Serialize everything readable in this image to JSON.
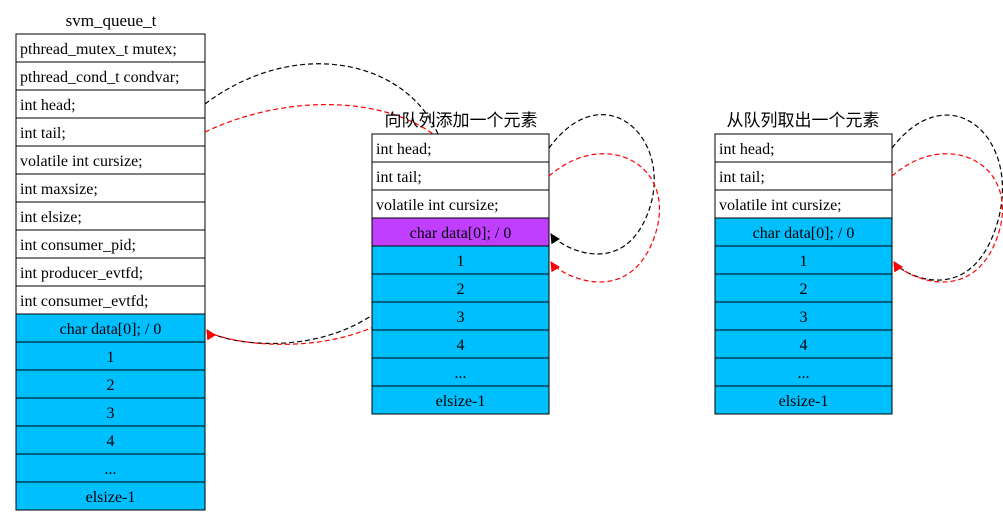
{
  "colors": {
    "data_cell": "#00bfff",
    "highlight_cell": "#bf3eff",
    "plain_cell": "#ffffff",
    "border": "#000000",
    "head_pointer": "#000000",
    "tail_pointer": "#ff0000"
  },
  "tables": [
    {
      "title": "svm_queue_t",
      "rows": [
        {
          "label": "pthread_mutex_t mutex;",
          "kind": "field"
        },
        {
          "label": "pthread_cond_t condvar;",
          "kind": "field"
        },
        {
          "label": "int head;",
          "kind": "field"
        },
        {
          "label": "int tail;",
          "kind": "field"
        },
        {
          "label": "volatile int cursize;",
          "kind": "field"
        },
        {
          "label": "int maxsize;",
          "kind": "field"
        },
        {
          "label": "int elsize;",
          "kind": "field"
        },
        {
          "label": "int consumer_pid;",
          "kind": "field"
        },
        {
          "label": "int producer_evtfd;",
          "kind": "field"
        },
        {
          "label": "int consumer_evtfd;",
          "kind": "field"
        },
        {
          "label": "char data[0]; / 0",
          "kind": "data"
        },
        {
          "label": "1",
          "kind": "data"
        },
        {
          "label": "2",
          "kind": "data"
        },
        {
          "label": "3",
          "kind": "data"
        },
        {
          "label": "4",
          "kind": "data"
        },
        {
          "label": "...",
          "kind": "data"
        },
        {
          "label": "elsize-1",
          "kind": "data"
        }
      ],
      "pointers": [
        {
          "from": "int head;",
          "to": "char data[0]; / 0",
          "color": "head_pointer"
        },
        {
          "from": "int tail;",
          "to": "char data[0]; / 0",
          "color": "tail_pointer"
        }
      ]
    },
    {
      "title": "向队列添加一个元素",
      "rows": [
        {
          "label": "int head;",
          "kind": "field"
        },
        {
          "label": "int tail;",
          "kind": "field"
        },
        {
          "label": "volatile int cursize;",
          "kind": "field"
        },
        {
          "label": "char data[0]; / 0",
          "kind": "highlight"
        },
        {
          "label": "1",
          "kind": "data"
        },
        {
          "label": "2",
          "kind": "data"
        },
        {
          "label": "3",
          "kind": "data"
        },
        {
          "label": "4",
          "kind": "data"
        },
        {
          "label": "...",
          "kind": "data"
        },
        {
          "label": "elsize-1",
          "kind": "data"
        }
      ],
      "pointers": [
        {
          "from": "int head;",
          "to": "char data[0]; / 0",
          "color": "head_pointer"
        },
        {
          "from": "int tail;",
          "to": "1",
          "color": "tail_pointer"
        }
      ]
    },
    {
      "title": "从队列取出一个元素",
      "rows": [
        {
          "label": "int head;",
          "kind": "field"
        },
        {
          "label": "int tail;",
          "kind": "field"
        },
        {
          "label": "volatile int cursize;",
          "kind": "field"
        },
        {
          "label": "char data[0]; / 0",
          "kind": "data"
        },
        {
          "label": "1",
          "kind": "data"
        },
        {
          "label": "2",
          "kind": "data"
        },
        {
          "label": "3",
          "kind": "data"
        },
        {
          "label": "4",
          "kind": "data"
        },
        {
          "label": "...",
          "kind": "data"
        },
        {
          "label": "elsize-1",
          "kind": "data"
        }
      ],
      "pointers": [
        {
          "from": "int head;",
          "to": "1",
          "color": "head_pointer"
        },
        {
          "from": "int tail;",
          "to": "1",
          "color": "tail_pointer"
        }
      ]
    }
  ]
}
